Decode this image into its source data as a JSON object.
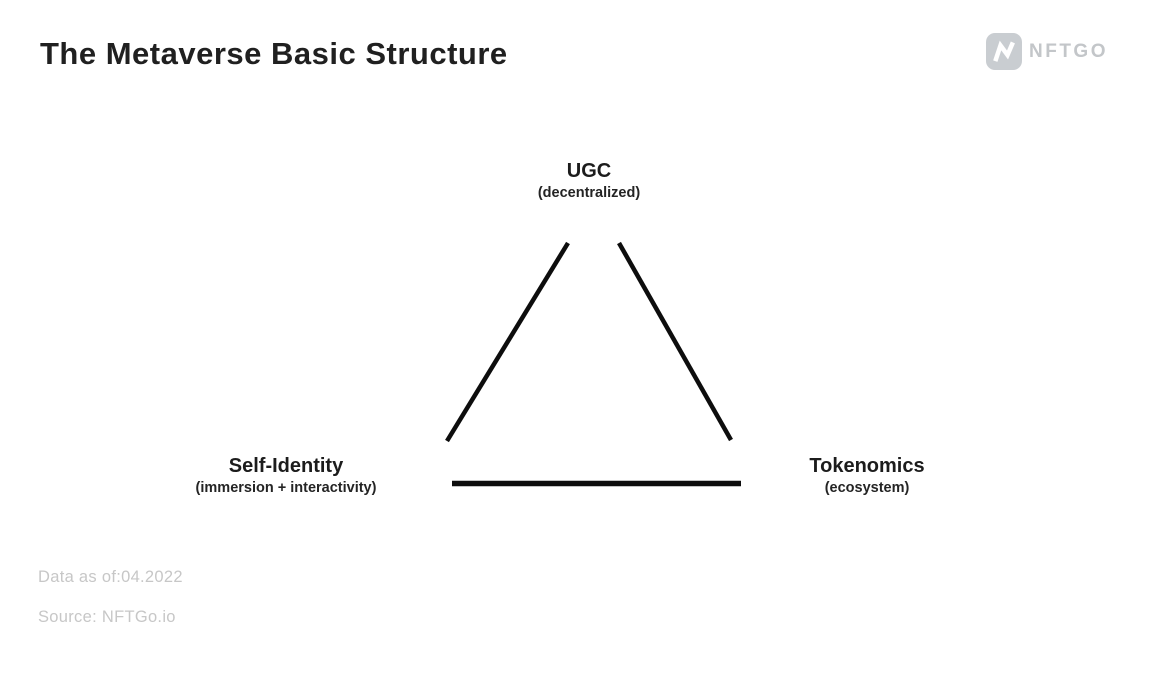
{
  "title": "The Metaverse Basic Structure",
  "logo": {
    "text": "NFTGO",
    "icon": "nftgo-n-zigzag"
  },
  "diagram": {
    "type": "triangle",
    "vertices": [
      {
        "position": "top",
        "label": "UGC",
        "sublabel": "(decentralized)"
      },
      {
        "position": "bottom-left",
        "label": "Self-Identity",
        "sublabel": "(immersion + interactivity)"
      },
      {
        "position": "bottom-right",
        "label": "Tokenomics",
        "sublabel": "(ecosystem)"
      }
    ],
    "edge_color": "#0d0d0d"
  },
  "footer": {
    "data_as_of": "Data as of:04.2022",
    "source": "Source: NFTGo.io"
  },
  "colors": {
    "background": "#ffffff",
    "title_text": "#202020",
    "label_text": "#1c1c1c",
    "muted_text": "#c7c7c7",
    "logo_gray": "#c9cdd1"
  }
}
